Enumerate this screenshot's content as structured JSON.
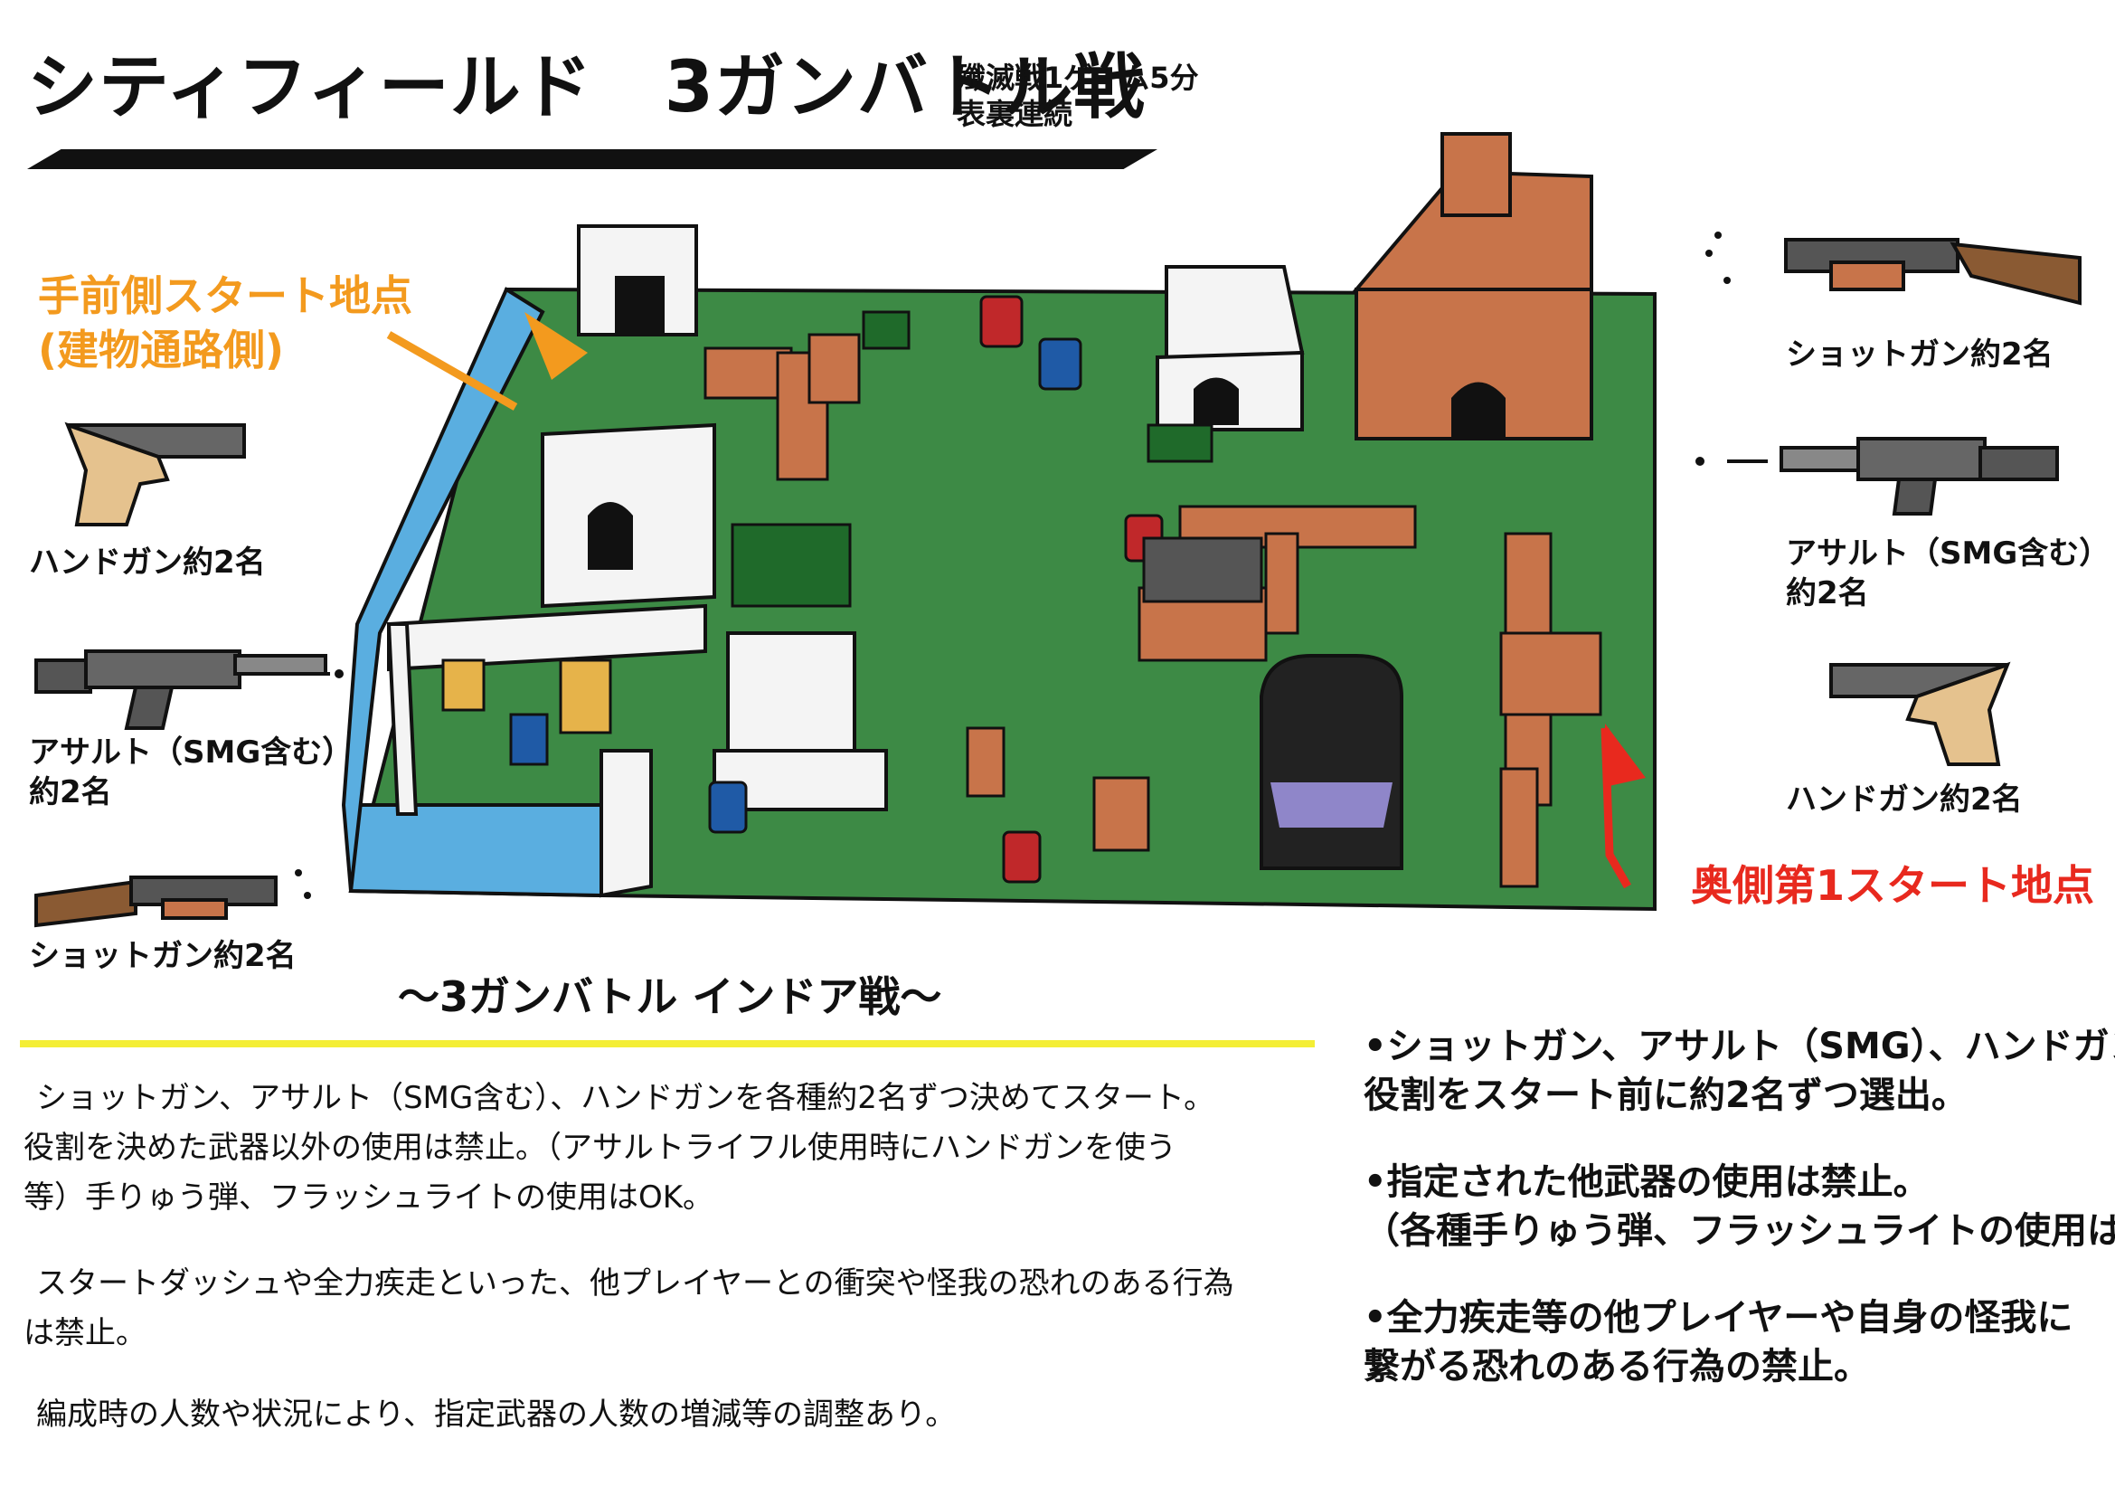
{
  "header": {
    "title": "シティフィールド　3ガンバトル戦",
    "subtitle_line1": "殲滅戦1ゲーム5分",
    "subtitle_line2": "表裏連続"
  },
  "map": {
    "caption": "～3ガンバトル インドア戦～",
    "near_start_line1": "手前側スタート地点",
    "near_start_line2": "(建物通路側)",
    "far_start": "奥側第1スタート地点",
    "colors": {
      "grass": "#3d8a45",
      "wall": "#c8744a",
      "building": "#f4f4f4",
      "water": "#5aaee0",
      "net": "#1f6a2a",
      "near_start_arrow": "#f39a1e",
      "far_start_arrow": "#e8291e"
    }
  },
  "left_weapons": [
    {
      "icon": "handgun-icon",
      "label": "ハンドガン約2名"
    },
    {
      "icon": "assault-rifle-icon",
      "label_line1": "アサルト（SMG含む）",
      "label_line2": "約2名"
    },
    {
      "icon": "shotgun-icon",
      "label": "ショットガン約2名"
    }
  ],
  "right_weapons": [
    {
      "icon": "shotgun-icon",
      "label": "ショットガン約2名"
    },
    {
      "icon": "assault-rifle-icon",
      "label_line1": "アサルト（SMG含む）",
      "label_line2": "約2名"
    },
    {
      "icon": "handgun-icon",
      "label": "ハンドガン約2名"
    }
  ],
  "description": {
    "line1": "ショットガン、アサルト（SMG含む）、ハンドガンを各種約2名ずつ決めてスタート。",
    "line2": "役割を決めた武器以外の使用は禁止。（アサルトライフル使用時にハンドガンを使う",
    "line3": "等）手りゅう弾、フラッシュライトの使用はOK。",
    "line4": "スタートダッシュや全力疾走といった、他プレイヤーとの衝突や怪我の恐れのある行為",
    "line5": "は禁止。",
    "line6": "編成時の人数や状況により、指定武器の人数の増減等の調整あり。"
  },
  "rules": [
    {
      "line1": "•ショットガン、アサルト（SMG）、ハンドガンの",
      "line2": "役割をスタート前に約2名ずつ選出。"
    },
    {
      "line1": "•指定された他武器の使用は禁止。",
      "line2": "（各種手りゅう弾、フラッシュライトの使用はOK）"
    },
    {
      "line1": "•全力疾走等の他プレイヤーや自身の怪我に",
      "line2": " 繋がる恐れのある行為の禁止。"
    }
  ]
}
